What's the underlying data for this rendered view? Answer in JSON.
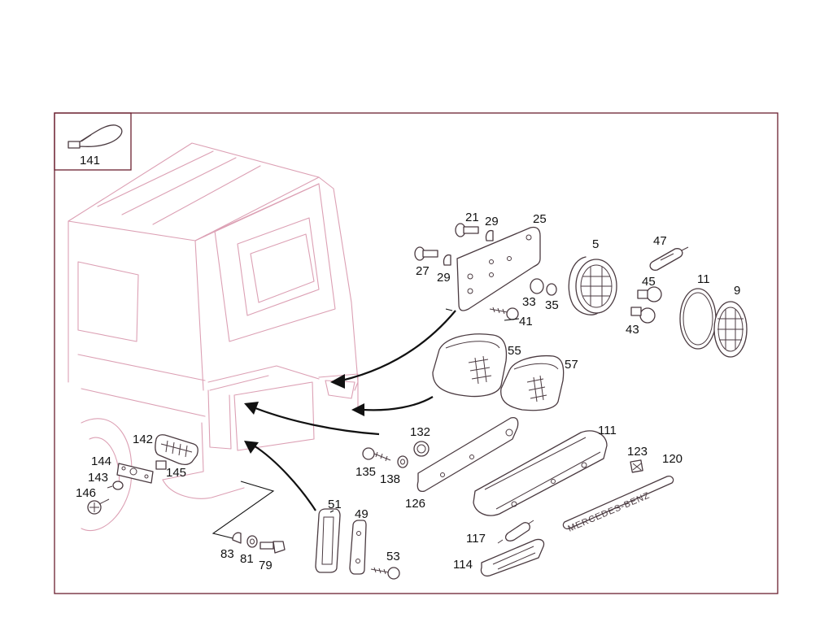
{
  "diagram": {
    "inset_label": "141",
    "badge_text": "MERCEDES-BENZ",
    "callouts": {
      "c141": "141",
      "c21": "21",
      "c29a": "29",
      "c25": "25",
      "c27": "27",
      "c29b": "29",
      "c5": "5",
      "c47": "47",
      "c33": "33",
      "c35": "35",
      "c41": "41",
      "c45": "45",
      "c43": "43",
      "c11": "11",
      "c9": "9",
      "c55": "55",
      "c57": "57",
      "c142": "142",
      "c144": "144",
      "c143": "143",
      "c145": "145",
      "c146": "146",
      "c132": "132",
      "c135": "135",
      "c138": "138",
      "c126": "126",
      "c111": "111",
      "c123": "123",
      "c120": "120",
      "c51": "51",
      "c49": "49",
      "c53": "53",
      "c117": "117",
      "c114": "114",
      "c83": "83",
      "c81": "81",
      "c79": "79"
    }
  },
  "colors": {
    "frame": "#6b1f2f",
    "ghost_outline": "#dca0b4",
    "part_outline": "#4a3a40"
  }
}
